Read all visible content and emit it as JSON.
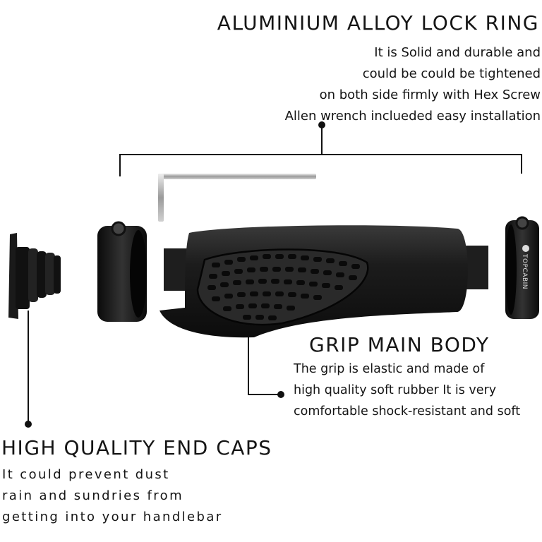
{
  "lock_ring": {
    "heading": "ALUMINIUM ALLOY LOCK RING",
    "lines": [
      "It is Solid and durable and",
      "could be could be tightened",
      "on both side firmly with Hex Screw",
      "Allen wrench incluеded easy installation"
    ]
  },
  "grip_body": {
    "heading": "GRIP MAIN BODY",
    "lines": [
      "The grip is elastic and made of",
      "high quality soft rubber It is very",
      "comfortable shock-resistant and soft"
    ]
  },
  "end_caps": {
    "heading": "HIGH QUALITY END CAPS",
    "lines": [
      "It could prevent dust",
      "rain and sundries from",
      "getting into your handlebar"
    ]
  },
  "brand": "TOPCABIN",
  "colors": {
    "text": "#151515",
    "product": "#1a1a1a",
    "background": "#ffffff"
  }
}
